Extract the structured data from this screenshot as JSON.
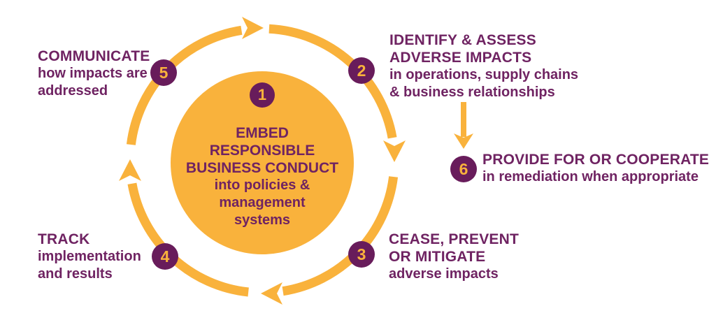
{
  "colors": {
    "accent_yellow": "#F9B23C",
    "badge_purple": "#681C5B",
    "text_purple": "#6F2362"
  },
  "center_step": {
    "number": "1",
    "heading_lines": [
      "EMBED",
      "RESPONSIBLE",
      "BUSINESS CONDUCT"
    ],
    "body_lines": [
      "into policies &",
      "management",
      "systems"
    ]
  },
  "steps": {
    "step2": {
      "number": "2",
      "heading_lines": [
        "IDENTIFY & ASSESS",
        "ADVERSE IMPACTS"
      ],
      "body_lines": [
        "in operations, supply chains",
        "& business relationships"
      ]
    },
    "step3": {
      "number": "3",
      "heading_lines": [
        "CEASE, PREVENT",
        "OR MITIGATE"
      ],
      "body_lines": [
        "adverse impacts"
      ]
    },
    "step4": {
      "number": "4",
      "heading_lines": [
        "TRACK"
      ],
      "body_lines": [
        "implementation",
        "and results"
      ]
    },
    "step5": {
      "number": "5",
      "heading_lines": [
        "COMMUNICATE"
      ],
      "body_lines": [
        "how impacts are",
        "addressed"
      ]
    },
    "step6": {
      "number": "6",
      "heading_lines": [
        "PROVIDE FOR OR COOPERATE"
      ],
      "body_lines": [
        "in remediation when appropriate"
      ]
    }
  }
}
